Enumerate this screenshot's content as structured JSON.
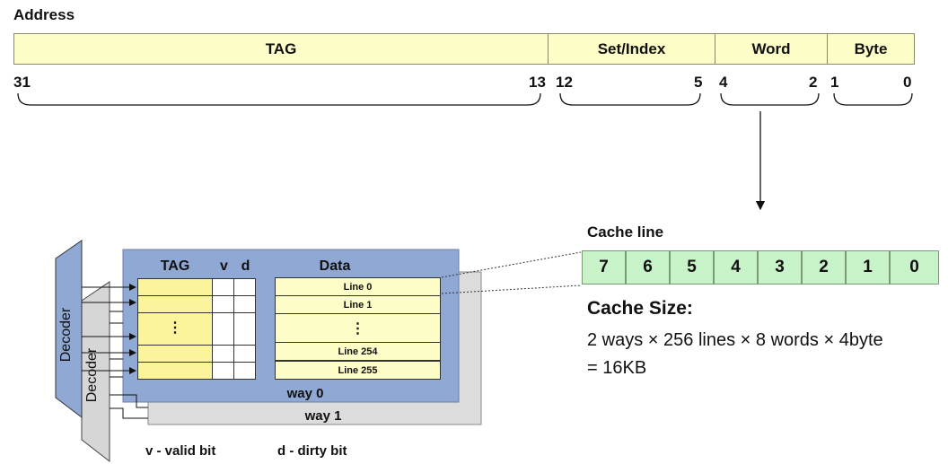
{
  "address": {
    "title": "Address",
    "fields": [
      {
        "label": "TAG"
      },
      {
        "label": "Set/Index"
      },
      {
        "label": "Word"
      },
      {
        "label": "Byte"
      }
    ],
    "bit_numbers": [
      "31",
      "13",
      "12",
      "5",
      "4",
      "2",
      "1",
      "0"
    ]
  },
  "cache_line": {
    "title": "Cache line",
    "cells": [
      "7",
      "6",
      "5",
      "4",
      "3",
      "2",
      "1",
      "0"
    ]
  },
  "cache_size": {
    "title": "Cache Size:",
    "formula": "2 ways × 256 lines × 8 words × 4byte",
    "result": "= 16KB"
  },
  "cache": {
    "decoder_label": "Decoder",
    "tag_header": "TAG",
    "v_header": "v",
    "d_header": "d",
    "data_header": "Data",
    "lines": [
      "Line 0",
      "Line 1",
      "⋮",
      "Line 254",
      "Line 255"
    ],
    "tag_dots": "⋮",
    "way0_label": "way 0",
    "way1_label": "way 1"
  },
  "legend": {
    "valid": "v - valid bit",
    "dirty": "d - dirty bit"
  },
  "colors": {
    "field_fill": "#fdfdc8",
    "line_cell_fill": "#c8f2c8",
    "way0_fill": "#8fa8d4",
    "way1_fill": "#dcdcdc",
    "tag_fill": "#fbf49a"
  }
}
